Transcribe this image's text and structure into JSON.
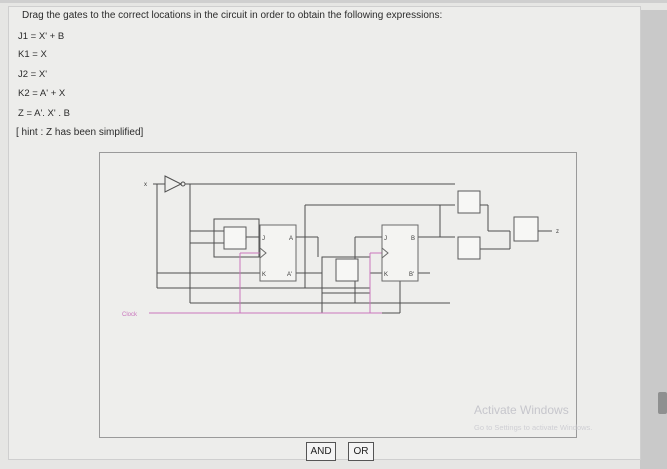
{
  "question": {
    "instruction": "Drag the gates to the correct locations in the circuit in order to obtain the following expressions:",
    "expressions": [
      "J1 = X' + B",
      "K1 = X",
      "J2 = X'",
      "K2 = A' + X",
      "Z = A'. X' . B"
    ],
    "hint": "[ hint : Z has been simplified]"
  },
  "circuit": {
    "input_label": "x",
    "output_label": "z",
    "clock_label": "Clock",
    "ff1": {
      "j": "J",
      "k": "K",
      "q": "A",
      "qbar": "A'"
    },
    "ff2": {
      "j": "J",
      "k": "K",
      "q": "B",
      "qbar": "B'"
    }
  },
  "gates": {
    "and_label": "AND",
    "or_label": "OR"
  },
  "watermark": {
    "title": "Activate Windows",
    "subtitle": "Go to Settings to activate Windows."
  },
  "colors": {
    "wire": "#4e4e4e",
    "clock_wire": "#c975bd",
    "flipflop_border": "#6a6a6a"
  }
}
